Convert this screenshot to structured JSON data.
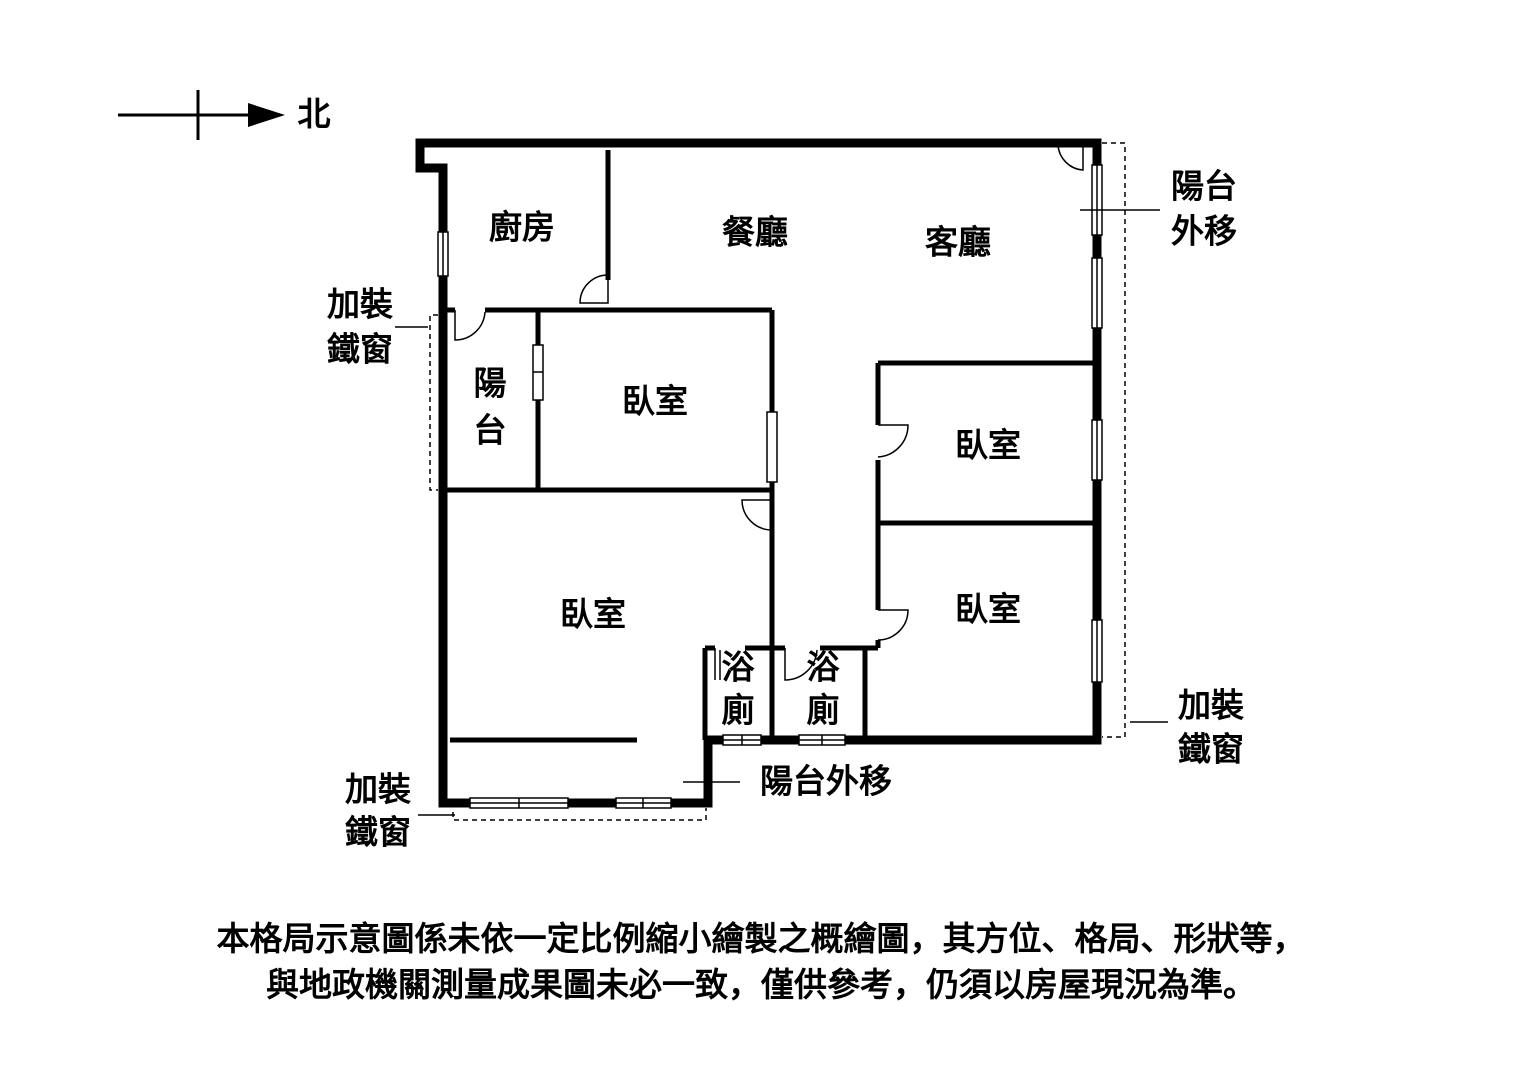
{
  "compass": {
    "direction_label": "北"
  },
  "rooms": {
    "kitchen": "廚房",
    "dining": "餐廳",
    "living": "客廳",
    "balcony_top": "陽",
    "balcony_bottom": "台",
    "bedroom_1": "臥室",
    "bedroom_2": "臥室",
    "bedroom_3": "臥室",
    "bedroom_4": "臥室",
    "bath_1_top": "浴",
    "bath_1_bottom": "廁",
    "bath_2_top": "浴",
    "bath_2_bottom": "廁"
  },
  "annotations": {
    "balcony_moved_right_1": "陽台",
    "balcony_moved_right_2": "外移",
    "balcony_moved_bottom": "陽台外移",
    "iron_window_left_1": "加裝",
    "iron_window_left_2": "鐵窗",
    "iron_window_bottom_1": "加裝",
    "iron_window_bottom_2": "鐵窗",
    "iron_window_right_1": "加裝",
    "iron_window_right_2": "鐵窗"
  },
  "disclaimer": {
    "line1": "本格局示意圖係未依一定比例縮小繪製之概繪圖，其方位、格局、形狀等，",
    "line2": "與地政機關測量成果圖未必一致，僅供參考，仍須以房屋現況為準。"
  }
}
